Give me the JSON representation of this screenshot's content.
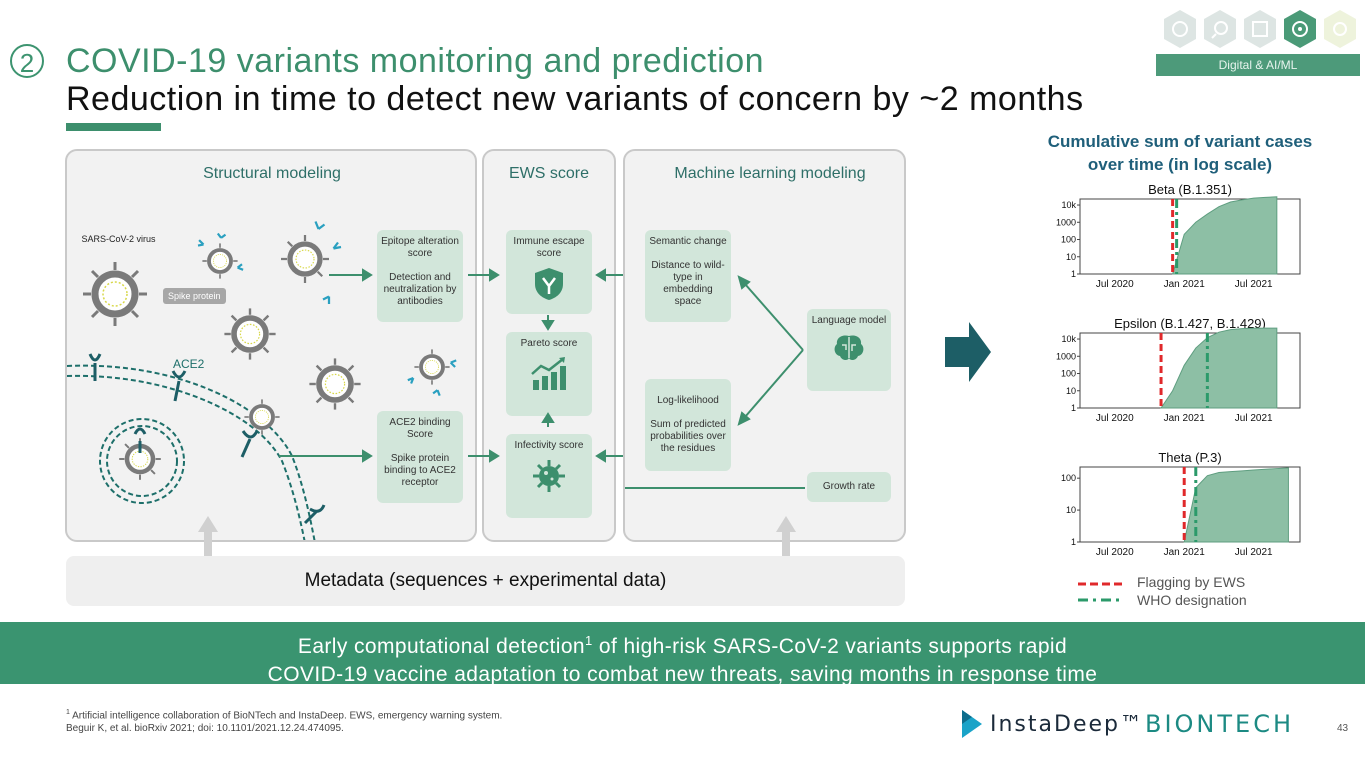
{
  "header": {
    "section_number": "2",
    "title": "COVID-19 variants monitoring and prediction",
    "subtitle": "Reduction in time to detect new variants of concern by ~2 months",
    "tag": "Digital & AI/ML"
  },
  "panels": {
    "structural": {
      "heading": "Structural modeling",
      "virus_label": "SARS-CoV-2 virus",
      "spike_label": "Spike protein",
      "ace2_label": "ACE2",
      "epitope_box": {
        "title": "Epitope alteration score",
        "desc": "Detection and neutralization by antibodies"
      },
      "ace2_box": {
        "title": "ACE2 binding Score",
        "desc": "Spike protein binding to ACE2 receptor"
      }
    },
    "ews": {
      "heading": "EWS score",
      "immune": "Immune escape score",
      "pareto": "Pareto score",
      "infectivity": "Infectivity score"
    },
    "ml": {
      "heading": "Machine learning modeling",
      "semantic": {
        "title": "Semantic change",
        "desc": "Distance to wild-type in embedding space"
      },
      "loglik": {
        "title": "Log-likelihood",
        "desc": "Sum of predicted probabilities over the residues"
      },
      "language_model": "Language model",
      "growth_rate": "Growth rate"
    }
  },
  "metadata_bar": "Metadata (sequences + experimental data)",
  "banner": {
    "line1_pre": "Early computational detection",
    "line1_sup": "1",
    "line1_post": " of high-risk SARS-CoV-2 variants supports rapid",
    "line2": "COVID-19 vaccine adaptation to combat new threats, saving months in response time"
  },
  "footnotes": {
    "sup": "1",
    "line1": " Artificial intelligence collaboration of BioNTech and InstaDeep. EWS, emergency warning system.",
    "line2": "Beguir K, et al. bioRxiv 2021; doi: 10.1101/2021.12.24.474095."
  },
  "logos": {
    "instadeep": "InstaDeep™",
    "biontech": "BIONTECH"
  },
  "page_number": "43",
  "chart_title_line1": "Cumulative sum of variant cases",
  "chart_title_line2": "over time (in log scale)",
  "legend": {
    "ews": "Flagging by EWS",
    "who": "WHO designation"
  },
  "colors": {
    "accent": "#3d8f6d",
    "box": "#d2e6da",
    "ews_line": "#e0292b",
    "who_line": "#2b9a6a",
    "area": "#8dbfa5",
    "arrow": "#1d5e66"
  },
  "chart_data": [
    {
      "type": "area",
      "title": "Beta (B.1.351)",
      "log_scale": true,
      "yticks": [
        "10k",
        "1000",
        "100",
        "10",
        "1"
      ],
      "xticks": [
        "Jul 2020",
        "Jan 2021",
        "Jul 2021"
      ],
      "x": [
        "2020-12",
        "2021-01",
        "2021-02",
        "2021-03",
        "2021-04",
        "2021-05",
        "2021-06",
        "2021-07",
        "2021-08",
        "2021-09"
      ],
      "values": [
        1,
        200,
        1000,
        3000,
        8000,
        15000,
        20000,
        25000,
        28000,
        30000
      ],
      "ews_flag": "2020-12",
      "who_designation": "2020-12"
    },
    {
      "type": "area",
      "title": "Epsilon (B.1.427, B.1.429)",
      "log_scale": true,
      "yticks": [
        "10k",
        "1000",
        "100",
        "10",
        "1"
      ],
      "xticks": [
        "Jul 2020",
        "Jan 2021",
        "Jul 2021"
      ],
      "x": [
        "2020-11",
        "2020-12",
        "2021-01",
        "2021-02",
        "2021-03",
        "2021-04",
        "2021-05",
        "2021-06",
        "2021-07",
        "2021-08",
        "2021-09"
      ],
      "values": [
        1,
        10,
        300,
        3000,
        12000,
        25000,
        35000,
        40000,
        42000,
        43000,
        43000
      ],
      "ews_flag": "2020-11",
      "who_designation": "2021-03"
    },
    {
      "type": "area",
      "title": "Theta (P.3)",
      "log_scale": true,
      "yticks": [
        "100",
        "10",
        "1"
      ],
      "xticks": [
        "Jul 2020",
        "Jan 2021",
        "Jul 2021"
      ],
      "x": [
        "2021-01",
        "2021-02",
        "2021-03",
        "2021-04",
        "2021-05",
        "2021-06",
        "2021-07",
        "2021-08",
        "2021-09",
        "2021-10"
      ],
      "values": [
        1,
        50,
        120,
        150,
        160,
        170,
        180,
        190,
        200,
        210
      ],
      "ews_flag": "2021-01",
      "who_designation": "2021-02"
    }
  ]
}
